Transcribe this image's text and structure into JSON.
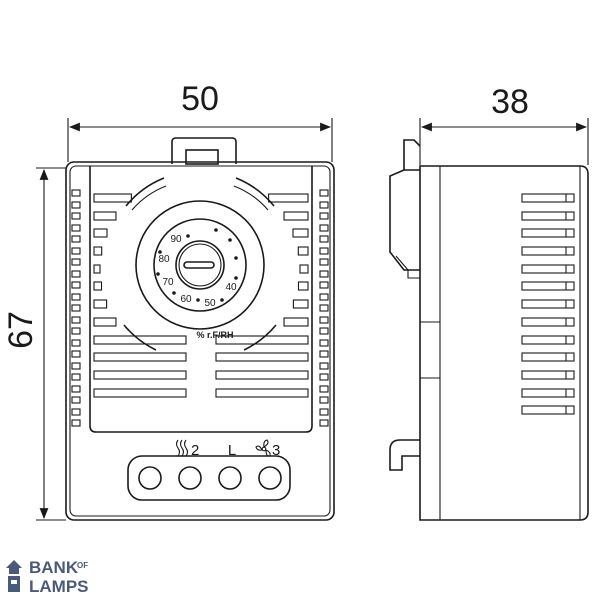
{
  "dimensions": {
    "width": "50",
    "height": "67",
    "depth": "38"
  },
  "dial": {
    "scale_values": [
      "90",
      "80",
      "70",
      "60",
      "50",
      "40"
    ],
    "unit_label": "% r.F/RH"
  },
  "terminals": {
    "labels": [
      "2",
      "L",
      "3"
    ],
    "icons": [
      "heater-icon",
      "fan-icon"
    ]
  },
  "logo": {
    "line1": "BANK",
    "line1_small": "OF",
    "line2": "LAMPS"
  },
  "colors": {
    "stroke": "#1a1a1a",
    "logo": "#4c5a7a"
  }
}
